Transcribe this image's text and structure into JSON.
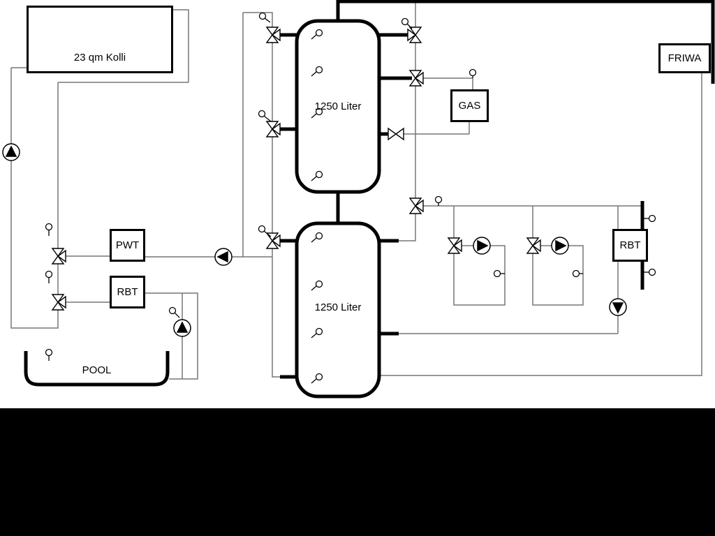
{
  "diagram": {
    "collector_label": "23 qm Kolli",
    "tank_top_label": "1250 Liter",
    "tank_bottom_label": "1250 Liter",
    "gas_label": "GAS",
    "friwa_label": "FRIWA",
    "pwt_label": "PWT",
    "rbt_left_label": "RBT",
    "rbt_right_label": "RBT",
    "pool_label": "POOL"
  },
  "colors": {
    "pipe_thin": "#777777",
    "pipe_thick": "#000000",
    "background": "#ffffff",
    "footer": "#000000"
  }
}
